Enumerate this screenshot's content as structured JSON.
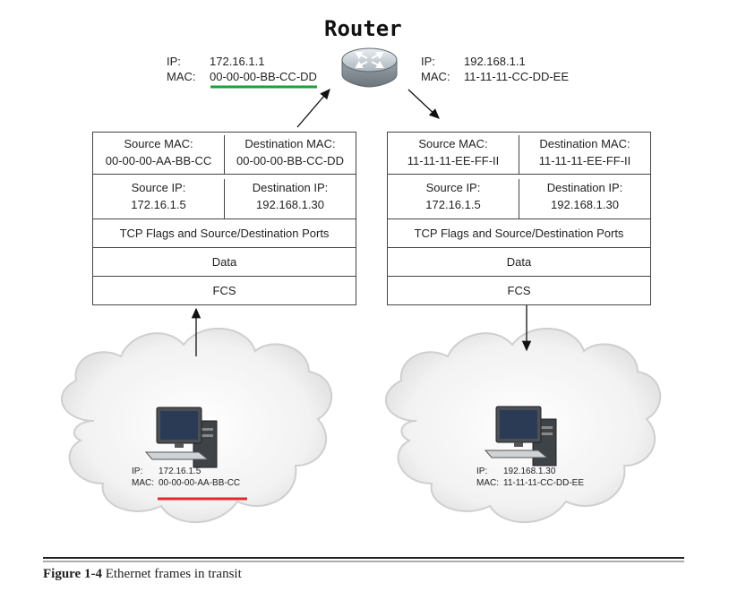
{
  "router": {
    "title": "Router",
    "left_ip_label": "IP:",
    "left_ip": "172.16.1.1",
    "left_mac_label": "MAC:",
    "left_mac": "00-00-00-BB-CC-DD",
    "right_ip_label": "IP:",
    "right_ip": "192.168.1.1",
    "right_mac_label": "MAC:",
    "right_mac": "11-11-11-CC-DD-EE"
  },
  "frame_left": {
    "src_mac_label": "Source MAC:",
    "src_mac": "00-00-00-AA-BB-CC",
    "dst_mac_label": "Destination MAC:",
    "dst_mac": "00-00-00-BB-CC-DD",
    "src_ip_label": "Source IP:",
    "src_ip": "172.16.1.5",
    "dst_ip_label": "Destination IP:",
    "dst_ip": "192.168.1.30",
    "tcp": "TCP Flags and Source/Destination Ports",
    "data": "Data",
    "fcs": "FCS"
  },
  "frame_right": {
    "src_mac_label": "Source MAC:",
    "src_mac": "11-11-11-EE-FF-II",
    "dst_mac_label": "Destination MAC:",
    "dst_mac": "11-11-11-EE-FF-II",
    "src_ip_label": "Source IP:",
    "src_ip": "172.16.1.5",
    "dst_ip_label": "Destination IP:",
    "dst_ip": "192.168.1.30",
    "tcp": "TCP Flags and Source/Destination Ports",
    "data": "Data",
    "fcs": "FCS"
  },
  "pc_left": {
    "ip_label": "IP:",
    "ip": "172.16.1.5",
    "mac_label": "MAC:",
    "mac": "00-00-00-AA-BB-CC"
  },
  "pc_right": {
    "ip_label": "IP:",
    "ip": "192.168.1.30",
    "mac_label": "MAC:",
    "mac": "11-11-11-CC-DD-EE"
  },
  "caption": {
    "label": "Figure 1-4",
    "text": "Ethernet frames in transit"
  },
  "colors": {
    "highlight_red": "#e8262b",
    "highlight_green": "#1e9e3c"
  },
  "icons": [
    "router-icon",
    "desktop-computer-icon",
    "cloud-icon"
  ]
}
